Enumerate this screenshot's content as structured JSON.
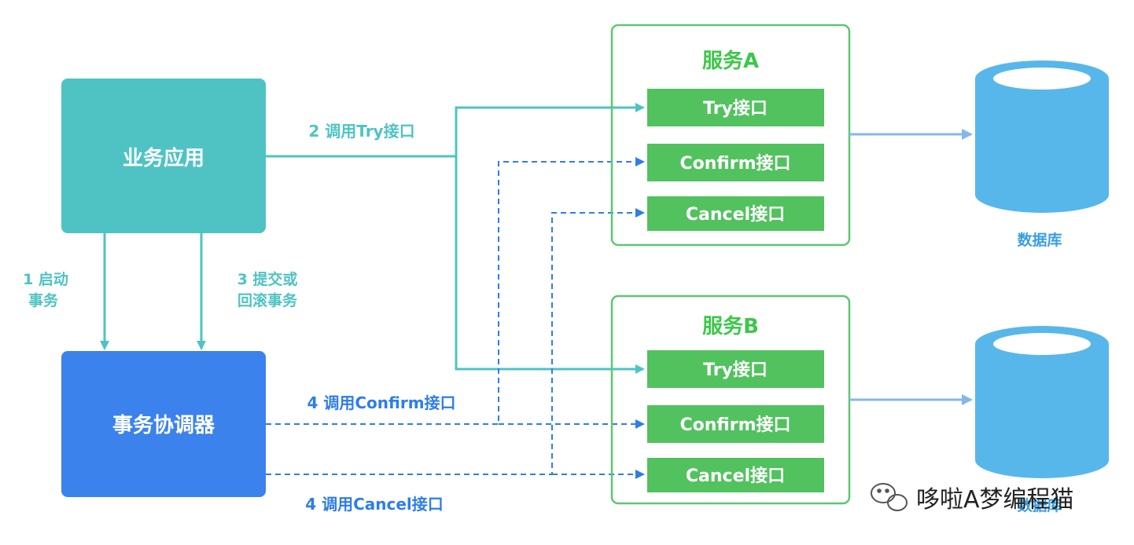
{
  "app_box": {
    "label": "业务应用"
  },
  "coordinator_box": {
    "label": "事务协调器"
  },
  "edges": {
    "start_tx": {
      "line1": "1 启动",
      "line2": "事务"
    },
    "commit_rollback": {
      "line1": "3 提交或",
      "line2": "回滚事务"
    },
    "call_try": {
      "label": "2 调用Try接口"
    },
    "call_confirm": {
      "label": "4 调用Confirm接口"
    },
    "call_cancel": {
      "label": "4 调用Cancel接口"
    }
  },
  "service_a": {
    "title": "服务A",
    "interfaces": {
      "try": "Try接口",
      "confirm": "Confirm接口",
      "cancel": "Cancel接口"
    }
  },
  "service_b": {
    "title": "服务B",
    "interfaces": {
      "try": "Try接口",
      "confirm": "Confirm接口",
      "cancel": "Cancel接口"
    }
  },
  "databases": {
    "label": "数据库"
  },
  "watermark": {
    "text": "哆啦A梦编程猫"
  },
  "colors": {
    "teal": "#4fc3c3",
    "blue": "#2e7de9",
    "green": "#52c25f",
    "green_border": "#5cc870",
    "db": "#58b7ea",
    "db_arrow": "#84b7ee"
  }
}
